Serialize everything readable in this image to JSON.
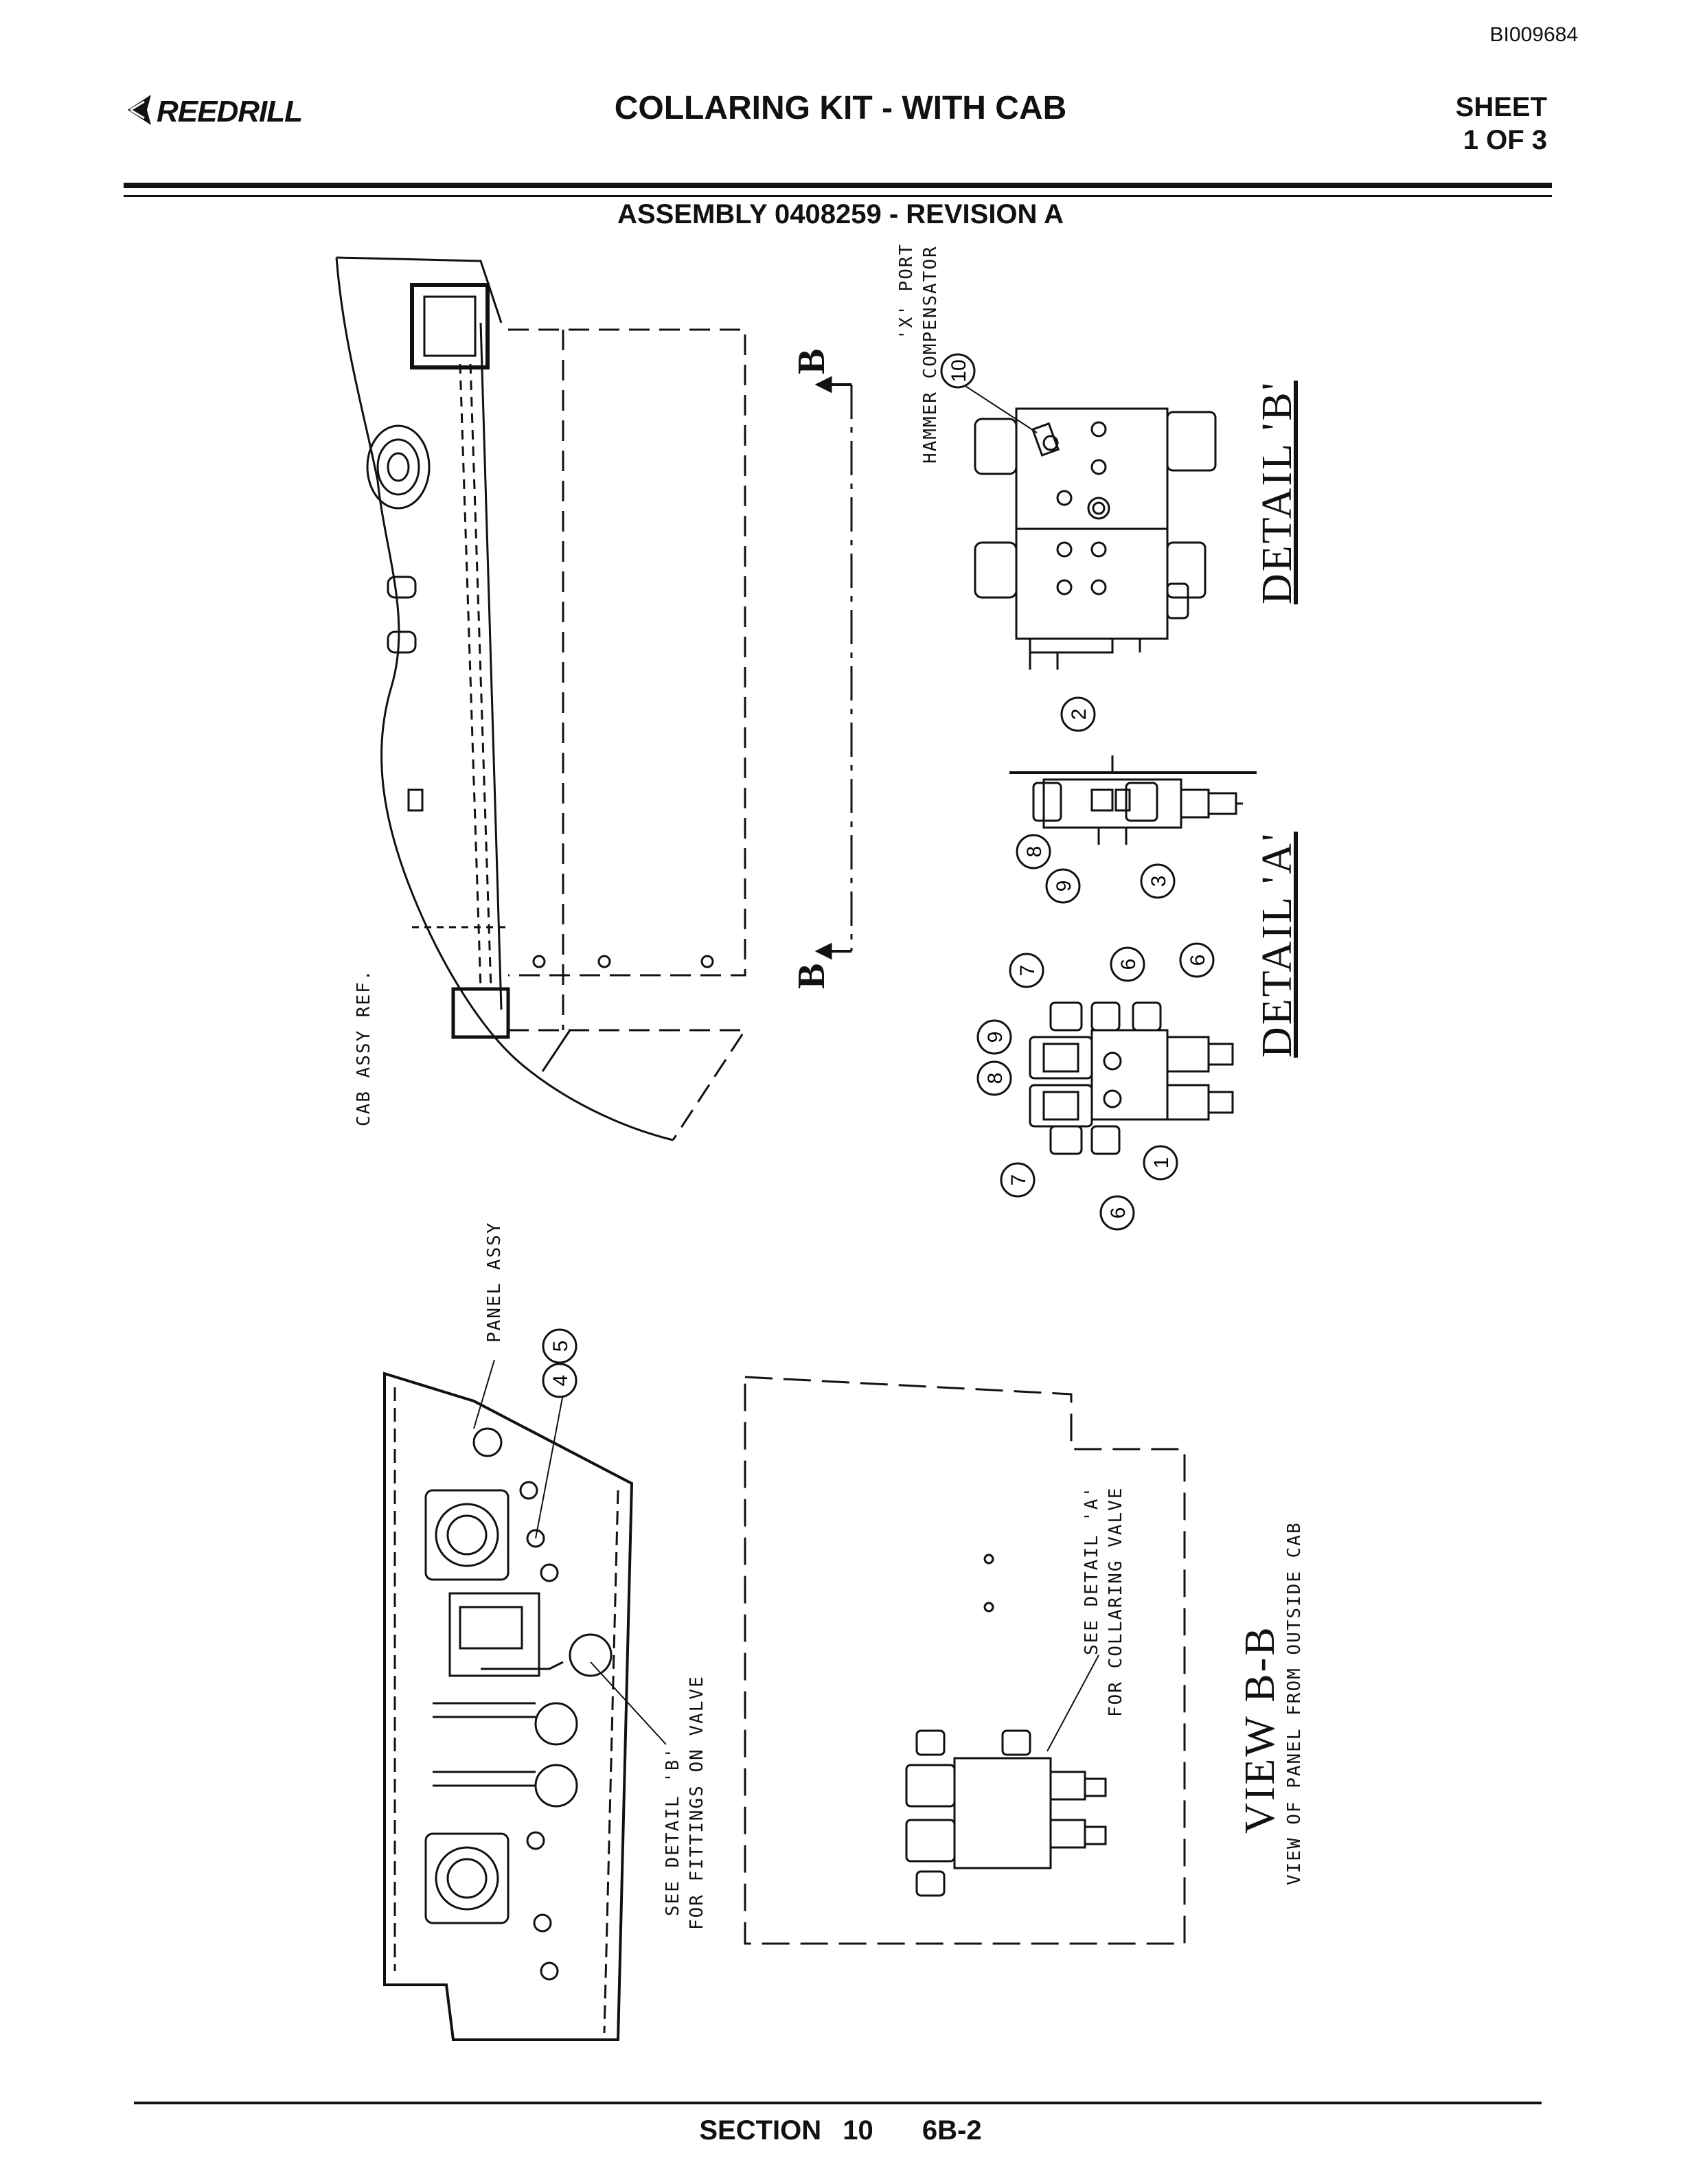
{
  "header": {
    "doc_id": "BI009684",
    "logo_text": "REEDRILL",
    "title": "COLLARING KIT - WITH CAB",
    "sheet_line1": "SHEET",
    "sheet_line2": "1 OF 3",
    "assembly": "ASSEMBLY 0408259 - REVISION A"
  },
  "drawing": {
    "section_marker_b": "B",
    "x_port_line1": "'X' PORT",
    "x_port_line2": "HAMMER COMPENSATOR",
    "detail_b": "DETAIL 'B'",
    "detail_a": "DETAIL 'A'",
    "cab_assy_ref": "CAB ASSY REF.",
    "panel_assy": "PANEL ASSY",
    "see_detail_b_line1": "SEE DETAIL 'B'",
    "see_detail_b_line2": "FOR FITTINGS ON VALVE",
    "see_detail_a_line1": "SEE DETAIL 'A'",
    "see_detail_a_line2": "FOR COLLARING VALVE",
    "view_bb": "VIEW B-B",
    "view_bb_sub": "VIEW OF PANEL FROM OUTSIDE CAB",
    "balloons": [
      "10",
      "2",
      "8",
      "9",
      "3",
      "7",
      "6",
      "6",
      "9",
      "8",
      "7",
      "6",
      "1",
      "4",
      "5"
    ]
  },
  "footer": {
    "section": "SECTION 10",
    "page": "6B-2"
  }
}
